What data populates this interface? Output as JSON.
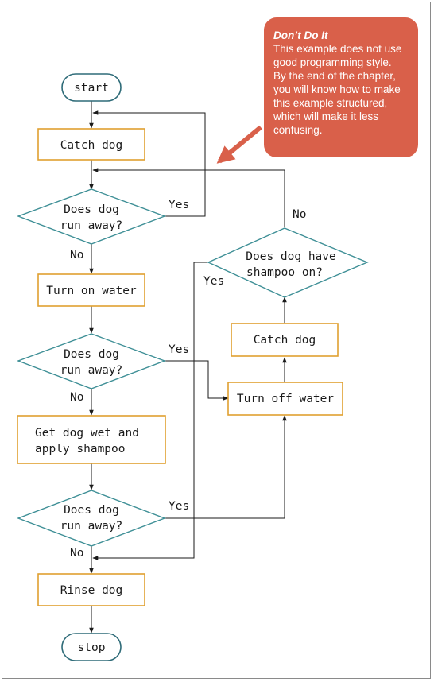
{
  "note": {
    "title": "Don’t Do It",
    "lines": [
      "This example does not use",
      "good programming style.",
      "By the end of the chapter,",
      "you will know how to make",
      "this example structured,",
      "which will make it less",
      "confusing."
    ]
  },
  "flowchart": {
    "start": "start",
    "stop": "stop",
    "process": {
      "catch_dog_1": "Catch dog",
      "turn_on_water": "Turn on water",
      "get_wet_line1": "Get dog wet and",
      "get_wet_line2": "apply shampoo",
      "rinse_dog": "Rinse dog",
      "turn_off_water": "Turn off water",
      "catch_dog_2": "Catch dog"
    },
    "decision": {
      "run_away_line1": "Does dog",
      "run_away_line2": "run away?",
      "shampoo_line1": "Does dog have",
      "shampoo_line2": "shampoo on?"
    },
    "labels": {
      "yes": "Yes",
      "no": "No"
    }
  },
  "colors": {
    "terminal_stroke": "#2e6b78",
    "process_stroke": "#e0a030",
    "decision_stroke": "#3e8f96",
    "note_bg": "#d9604a"
  }
}
